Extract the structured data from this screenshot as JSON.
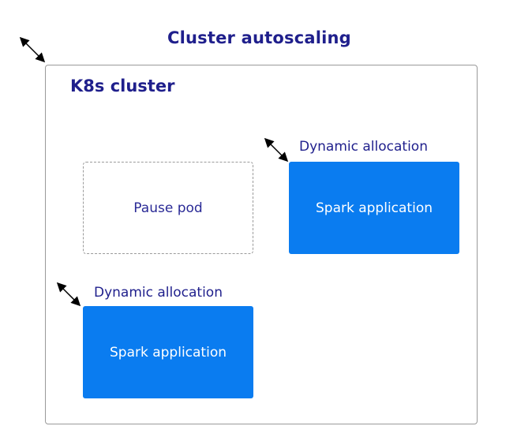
{
  "title": "Cluster autoscaling",
  "cluster": {
    "label": "K8s cluster",
    "pause_pod": {
      "label": "Pause pod"
    },
    "applications": [
      {
        "label": "Spark application",
        "annotation": "Dynamic allocation"
      },
      {
        "label": "Spark application",
        "annotation": "Dynamic allocation"
      }
    ]
  },
  "colors": {
    "title": "#1f1f8c",
    "spark_fill": "#0a7cf0",
    "border": "#9a9a9a"
  },
  "icons": [
    "resize-arrow-icon",
    "resize-arrow-icon",
    "resize-arrow-icon"
  ]
}
